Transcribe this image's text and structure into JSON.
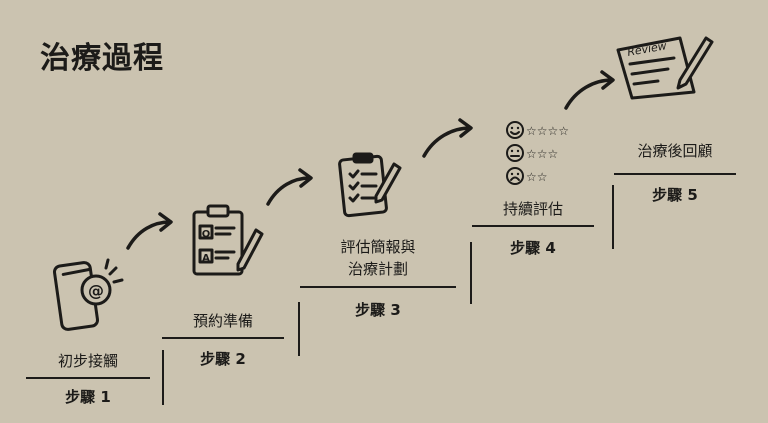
{
  "title": "治療過程",
  "steps": [
    {
      "label": "初步接觸",
      "step": "步驟 1",
      "icon": "phone-email-icon"
    },
    {
      "label": "預約準備",
      "step": "步驟 2",
      "icon": "clipboard-qa-icon"
    },
    {
      "label_lines": [
        "評估簡報與",
        "治療計劃"
      ],
      "step": "步驟 3",
      "icon": "checklist-clipboard-icon"
    },
    {
      "label": "持續評估",
      "step": "步驟 4",
      "icon": "rating-faces-icon"
    },
    {
      "label": "治療後回顧",
      "step": "步驟 5",
      "icon": "review-paper-icon",
      "icon_text": "Review"
    }
  ]
}
